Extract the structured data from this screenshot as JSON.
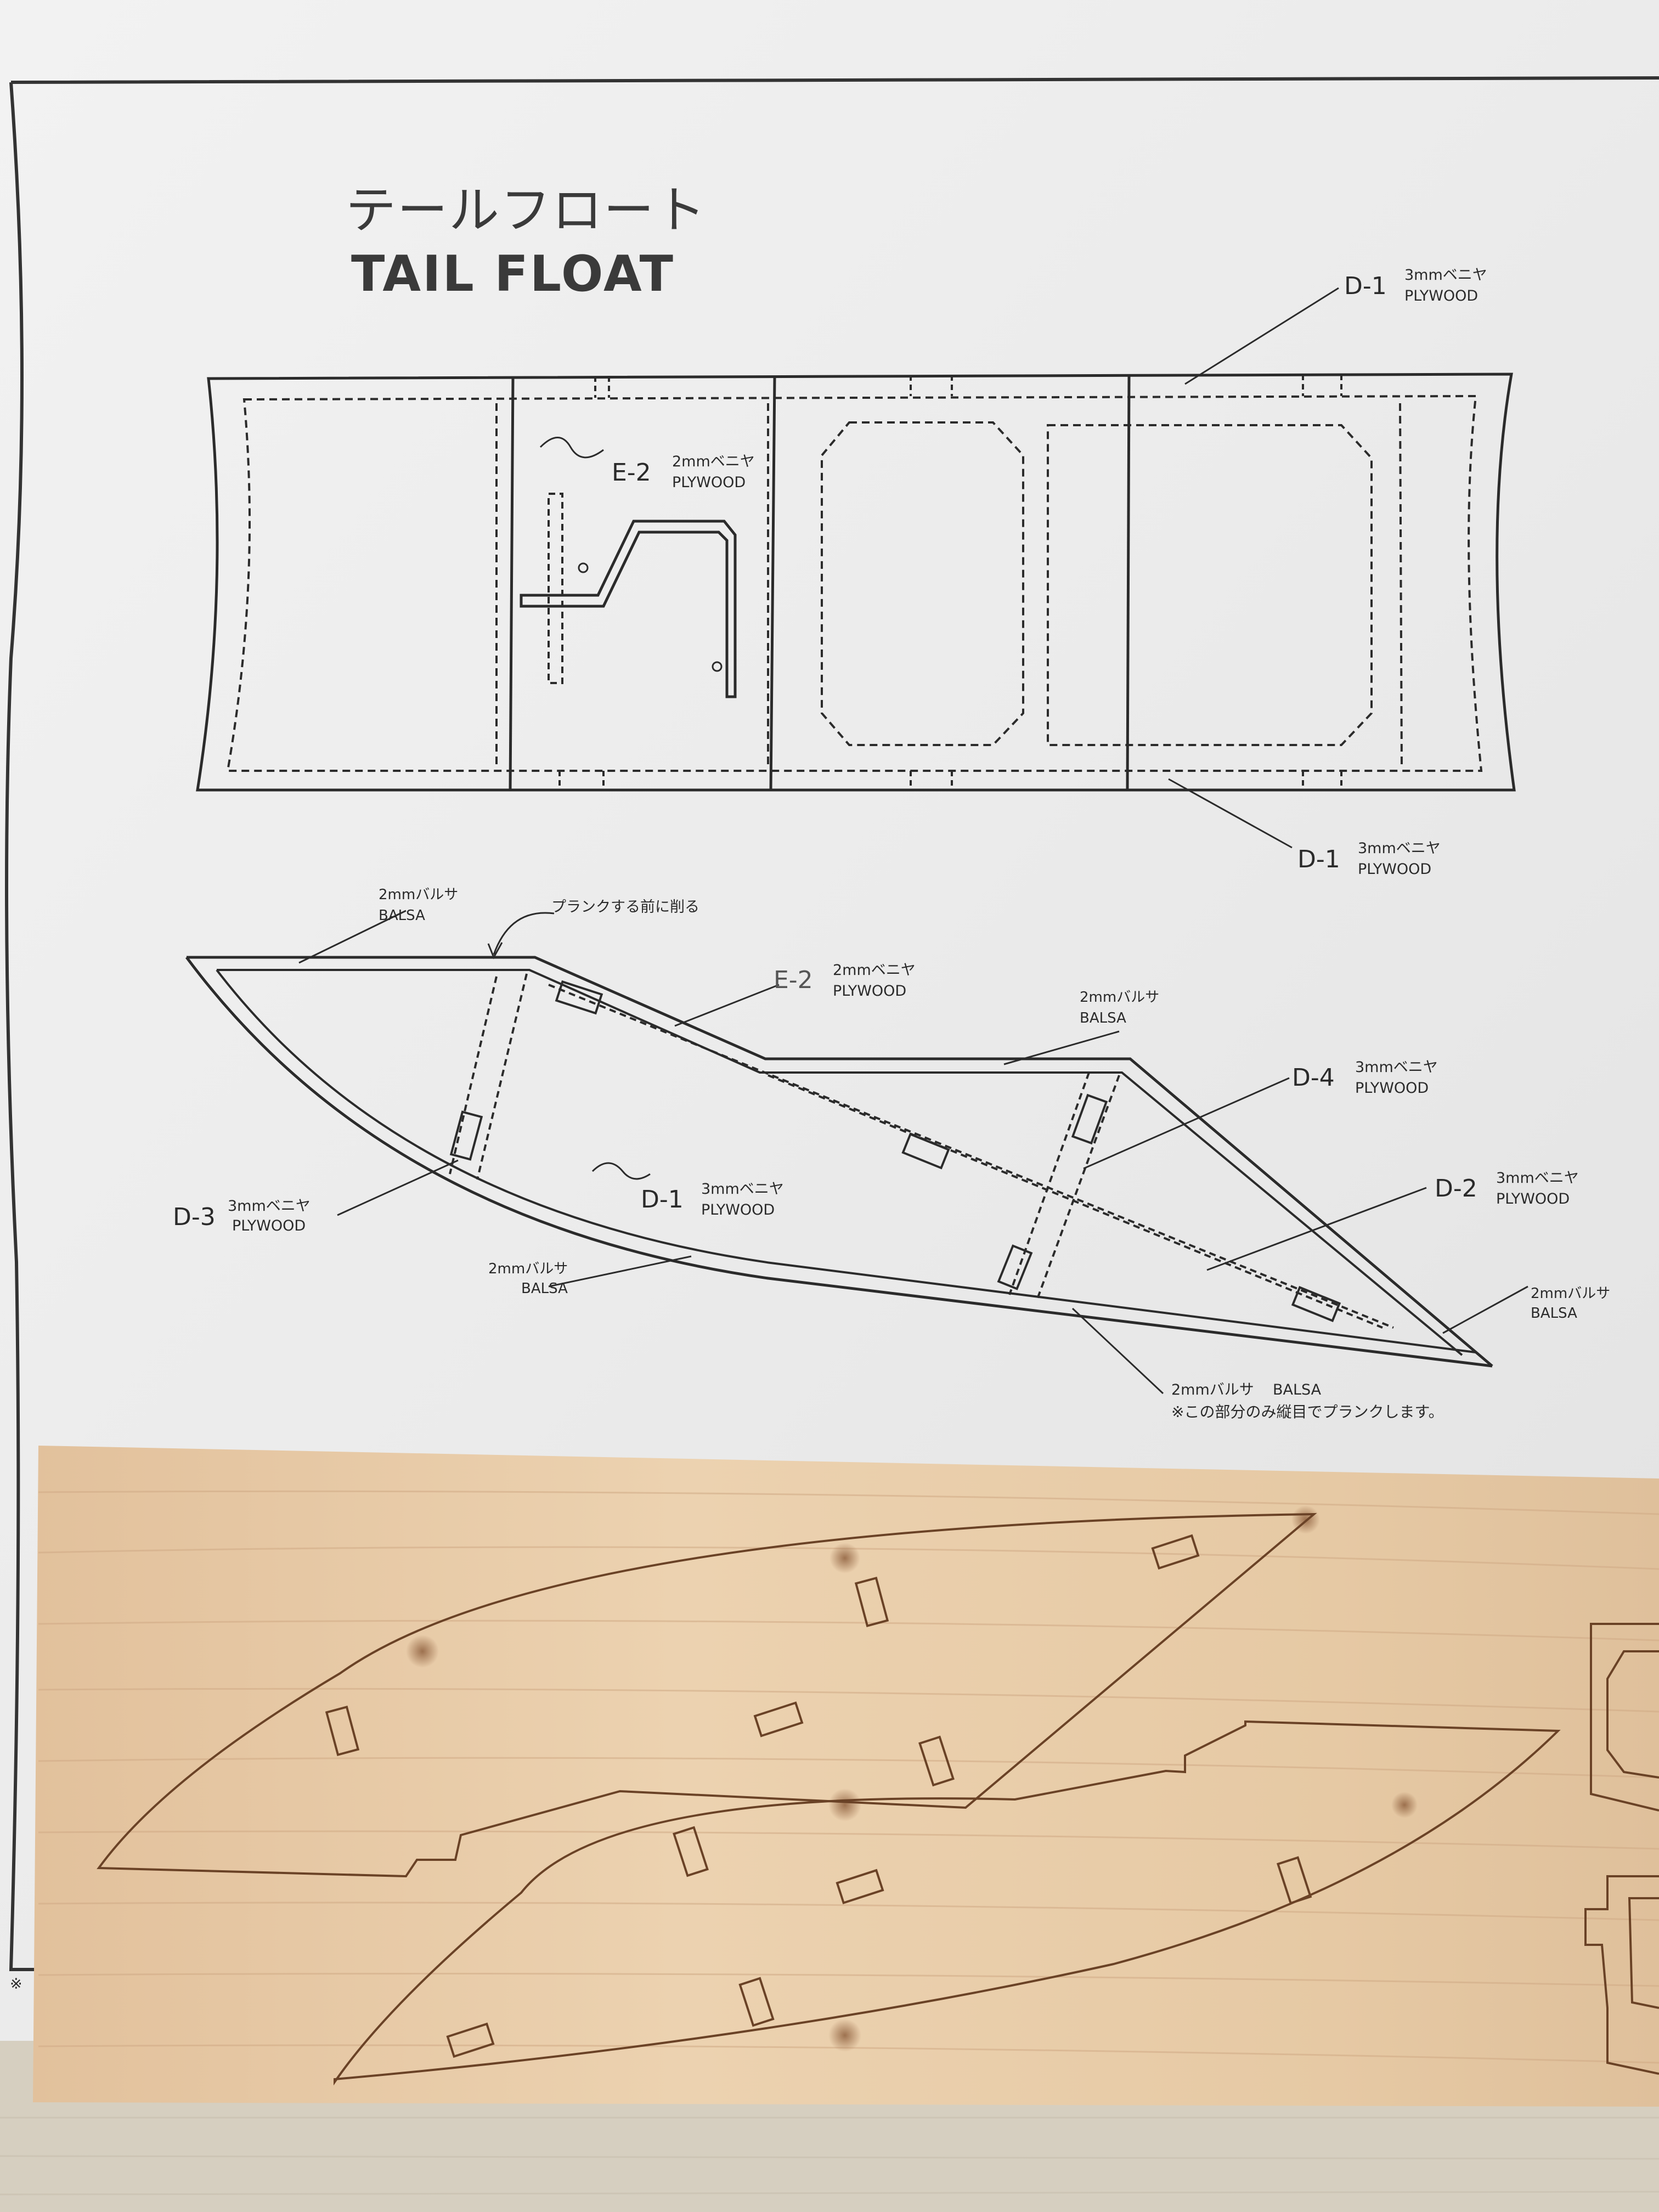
{
  "title": {
    "jp": "テールフロート",
    "en": "TAIL FLOAT"
  },
  "labels": {
    "d1_top": {
      "code": "D-1",
      "spec_jp": "3mmベニヤ",
      "spec_en": "PLYWOOD"
    },
    "e2_top": {
      "code": "E-2",
      "spec_jp": "2mmベニヤ",
      "spec_en": "PLYWOOD"
    },
    "d1_bottom": {
      "code": "D-1",
      "spec_jp": "3mmベニヤ",
      "spec_en": "PLYWOOD"
    },
    "balsa_top": {
      "spec_jp": "2mmバルサ",
      "spec_en": "BALSA"
    },
    "plank_note": "プランクする前に削る",
    "e2_side": {
      "code": "E-2",
      "spec_jp": "2mmベニヤ",
      "spec_en": "PLYWOOD"
    },
    "balsa_mid": {
      "spec_jp": "2mmバルサ",
      "spec_en": "BALSA"
    },
    "d4": {
      "code": "D-4",
      "spec_jp": "3mmベニヤ",
      "spec_en": "PLYWOOD"
    },
    "d3": {
      "code": "D-3",
      "spec_jp": "3mmベニヤ",
      "spec_en": "PLYWOOD"
    },
    "d1_side": {
      "code": "D-1",
      "spec_jp": "3mmベニヤ",
      "spec_en": "PLYWOOD"
    },
    "d2": {
      "code": "D-2",
      "spec_jp": "3mmベニヤ",
      "spec_en": "PLYWOOD"
    },
    "balsa_lower": {
      "spec_jp": "2mmバルサ",
      "spec_en": "BALSA"
    },
    "balsa_right": {
      "spec_jp": "2mmバルサ",
      "spec_en": "BALSA"
    },
    "balsa_bottom": {
      "spec_jp": "2mmバルサ",
      "spec_en": "BALSA"
    },
    "balsa_bottom_note": "※この部分のみ縦目でプランクします。"
  },
  "edge_mark": "※",
  "colors": {
    "paper": "#eeeeee",
    "ink": "#2a2a2a",
    "wood": "#e6c9a4",
    "burn": "#7a5236",
    "floor": "#d9d2c4"
  }
}
